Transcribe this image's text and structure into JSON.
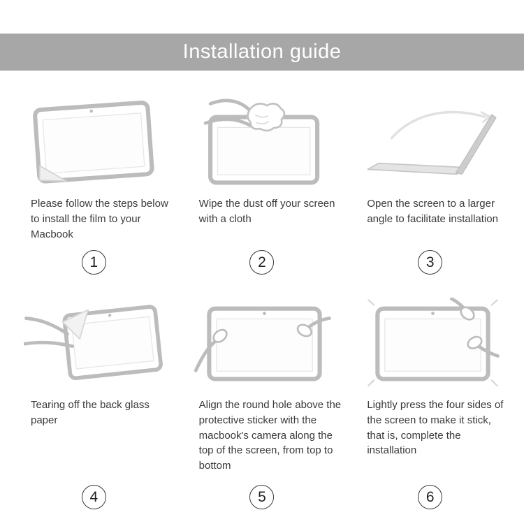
{
  "header": {
    "title": "Installation guide"
  },
  "colors": {
    "banner_bg": "#a7a7a7",
    "banner_text": "#ffffff",
    "body_text": "#3a3a3a",
    "line_art": "#bcbcbc"
  },
  "steps": [
    {
      "number": "1",
      "text": "Please follow the steps below to install the film to your Macbook",
      "illustration": "screen-film-peel-corner"
    },
    {
      "number": "2",
      "text": "Wipe the dust off your screen with a cloth",
      "illustration": "hands-wiping-screen-with-cloth"
    },
    {
      "number": "3",
      "text": "Open the screen to a larger angle to facilitate installation",
      "illustration": "laptop-opened-wide-angle"
    },
    {
      "number": "4",
      "text": "Tearing off the back glass paper",
      "illustration": "hands-tearing-back-paper"
    },
    {
      "number": "5",
      "text": "Align the round hole above the protective sticker with the macbook's camera along the top of the screen, from top to bottom",
      "illustration": "hands-aligning-camera-hole"
    },
    {
      "number": "6",
      "text": "Lightly press the four sides of the screen to make it stick, that is, complete the installation",
      "illustration": "hands-pressing-four-sides"
    }
  ]
}
